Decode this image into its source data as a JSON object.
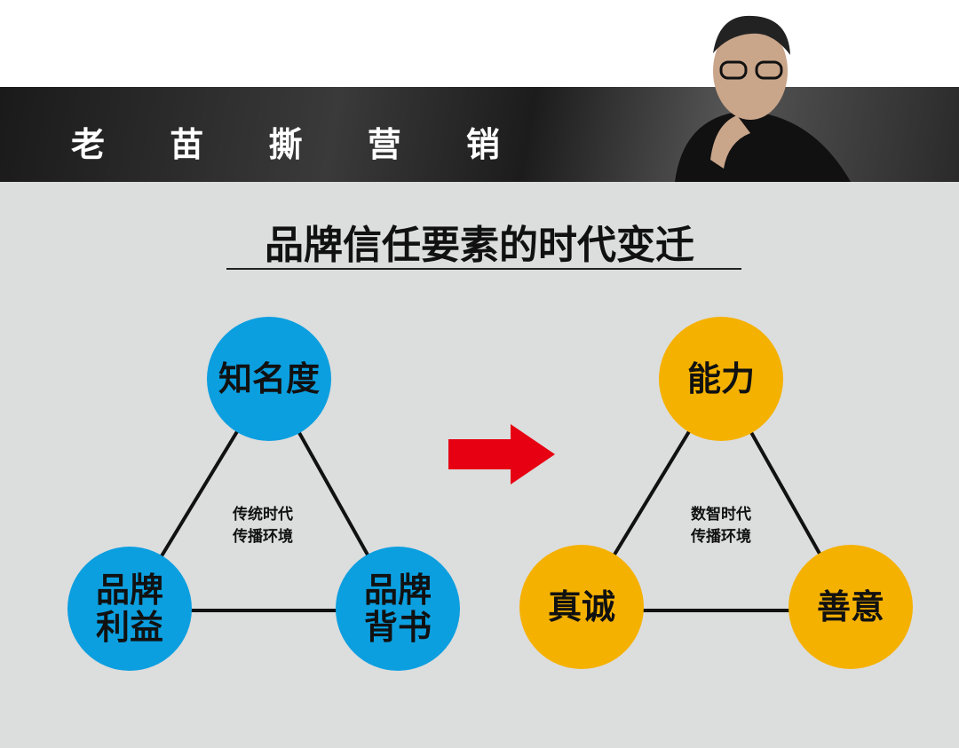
{
  "banner": {
    "brand": "老 苗 撕 营 销"
  },
  "title": "品牌信任要素的时代变迁",
  "left": {
    "top": "知名度",
    "bottom_left": "品牌利益",
    "bottom_right": "品牌背书",
    "center_line1": "传统时代",
    "center_line2": "传播环境",
    "color": "#0c9fe0"
  },
  "right": {
    "top": "能力",
    "bottom_left": "真诚",
    "bottom_right": "善意",
    "center_line1": "数智时代",
    "center_line2": "传播环境",
    "color": "#f5b100"
  },
  "arrow_color": "#e60012"
}
